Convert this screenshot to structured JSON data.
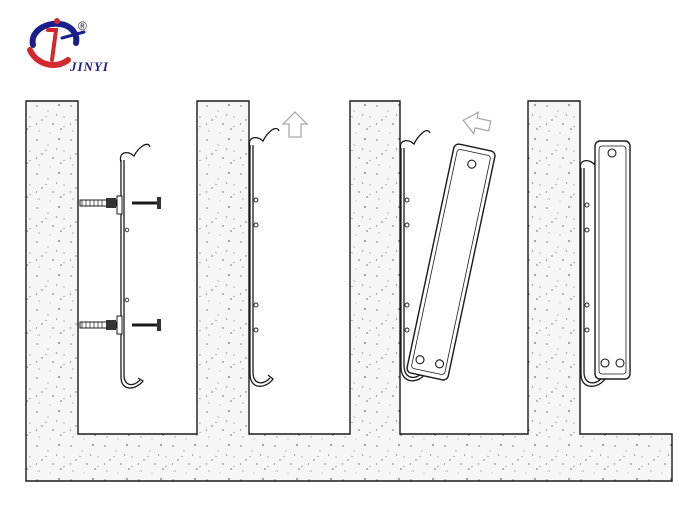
{
  "brand": {
    "name": "JINYI",
    "registered_mark": "®",
    "colors": {
      "red": "#d3282e",
      "blue": "#1a1f8c"
    }
  },
  "diagram": {
    "steps": [
      {
        "name": "step-1-fix-brackets",
        "arrow": "none"
      },
      {
        "name": "step-2-lift-up",
        "arrow": "up"
      },
      {
        "name": "step-3-hang-tilted",
        "arrow": "left"
      },
      {
        "name": "step-4-mounted",
        "arrow": "none"
      }
    ],
    "colors": {
      "wall_fill": "#f4f4f4",
      "stroke": "#1a1a1a",
      "arrow": "#aaaaaa"
    }
  }
}
